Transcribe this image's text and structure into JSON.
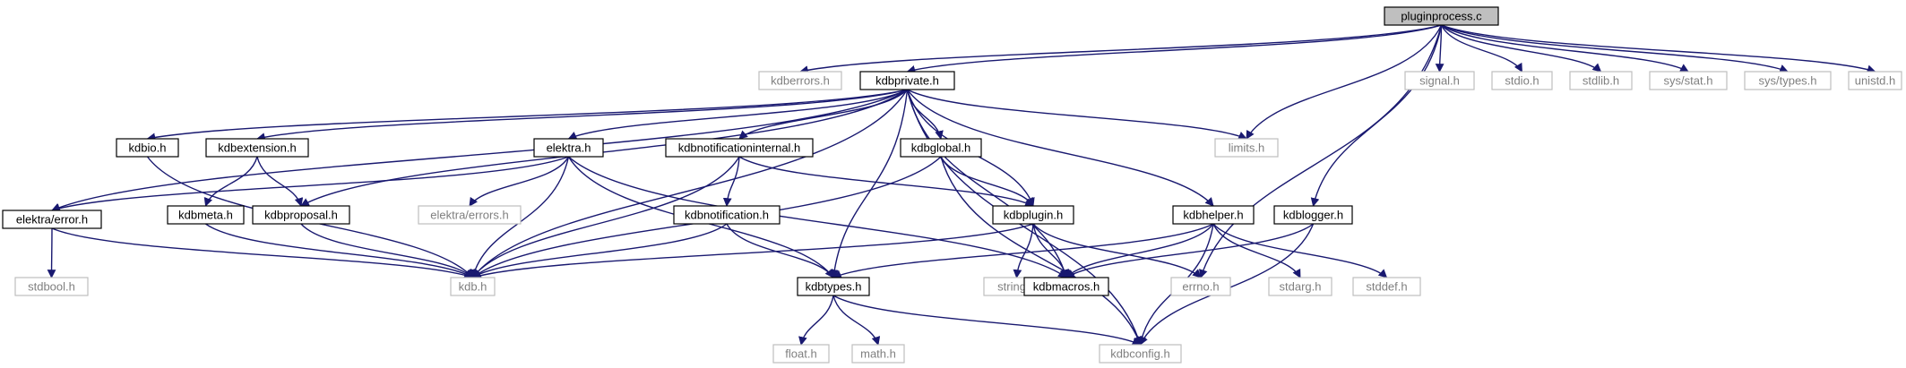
{
  "graph": {
    "root": "pluginprocess.c",
    "colors": {
      "edge": "#191970",
      "root_fill": "#bfbfbf",
      "root_border": "#000000",
      "documented_border": "#000000",
      "undocumented_border": "#bfbfbf",
      "documented_text": "#000000",
      "undocumented_text": "#7f7f7f"
    },
    "nodes": [
      {
        "id": "pluginprocess_c",
        "label": "pluginprocess.c",
        "style": "root"
      },
      {
        "id": "kdberrors_h",
        "label": "kdberrors.h",
        "style": "external"
      },
      {
        "id": "kdbprivate_h",
        "label": "kdbprivate.h",
        "style": "documented"
      },
      {
        "id": "signal_h",
        "label": "signal.h",
        "style": "external"
      },
      {
        "id": "stdio_h",
        "label": "stdio.h",
        "style": "external"
      },
      {
        "id": "stdlib_h",
        "label": "stdlib.h",
        "style": "external"
      },
      {
        "id": "sys_stat_h",
        "label": "sys/stat.h",
        "style": "external"
      },
      {
        "id": "sys_types_h",
        "label": "sys/types.h",
        "style": "external"
      },
      {
        "id": "unistd_h",
        "label": "unistd.h",
        "style": "external"
      },
      {
        "id": "kdbio_h",
        "label": "kdbio.h",
        "style": "documented"
      },
      {
        "id": "kdbextension_h",
        "label": "kdbextension.h",
        "style": "documented"
      },
      {
        "id": "elektra_h",
        "label": "elektra.h",
        "style": "documented"
      },
      {
        "id": "kdbnotificationinternal_h",
        "label": "kdbnotificationinternal.h",
        "style": "documented"
      },
      {
        "id": "kdbglobal_h",
        "label": "kdbglobal.h",
        "style": "documented"
      },
      {
        "id": "limits_h",
        "label": "limits.h",
        "style": "external"
      },
      {
        "id": "elektra_error_h",
        "label": "elektra/error.h",
        "style": "documented"
      },
      {
        "id": "kdbmeta_h",
        "label": "kdbmeta.h",
        "style": "documented"
      },
      {
        "id": "kdbproposal_h",
        "label": "kdbproposal.h",
        "style": "documented"
      },
      {
        "id": "elektra_errors_h",
        "label": "elektra/errors.h",
        "style": "external"
      },
      {
        "id": "kdbnotification_h",
        "label": "kdbnotification.h",
        "style": "documented"
      },
      {
        "id": "kdbplugin_h",
        "label": "kdbplugin.h",
        "style": "documented"
      },
      {
        "id": "kdbhelper_h",
        "label": "kdbhelper.h",
        "style": "documented"
      },
      {
        "id": "kdblogger_h",
        "label": "kdblogger.h",
        "style": "documented"
      },
      {
        "id": "stdbool_h",
        "label": "stdbool.h",
        "style": "external"
      },
      {
        "id": "kdb_h",
        "label": "kdb.h",
        "style": "external"
      },
      {
        "id": "kdbtypes_h",
        "label": "kdbtypes.h",
        "style": "documented"
      },
      {
        "id": "string_h",
        "label": "string.h",
        "style": "external"
      },
      {
        "id": "kdbmacros_h",
        "label": "kdbmacros.h",
        "style": "documented"
      },
      {
        "id": "errno_h",
        "label": "errno.h",
        "style": "external"
      },
      {
        "id": "stdarg_h",
        "label": "stdarg.h",
        "style": "external"
      },
      {
        "id": "stddef_h",
        "label": "stddef.h",
        "style": "external"
      },
      {
        "id": "float_h",
        "label": "float.h",
        "style": "external"
      },
      {
        "id": "math_h",
        "label": "math.h",
        "style": "external"
      },
      {
        "id": "kdbconfig_h",
        "label": "kdbconfig.h",
        "style": "external"
      }
    ],
    "edges": [
      [
        "pluginprocess_c",
        "kdberrors_h"
      ],
      [
        "pluginprocess_c",
        "kdbprivate_h"
      ],
      [
        "pluginprocess_c",
        "signal_h"
      ],
      [
        "pluginprocess_c",
        "stdio_h"
      ],
      [
        "pluginprocess_c",
        "stdlib_h"
      ],
      [
        "pluginprocess_c",
        "sys_stat_h"
      ],
      [
        "pluginprocess_c",
        "sys_types_h"
      ],
      [
        "pluginprocess_c",
        "unistd_h"
      ],
      [
        "pluginprocess_c",
        "limits_h"
      ],
      [
        "pluginprocess_c",
        "kdblogger_h"
      ],
      [
        "pluginprocess_c",
        "errno_h"
      ],
      [
        "kdbprivate_h",
        "kdbio_h"
      ],
      [
        "kdbprivate_h",
        "kdbextension_h"
      ],
      [
        "kdbprivate_h",
        "elektra_h"
      ],
      [
        "kdbprivate_h",
        "kdbnotificationinternal_h"
      ],
      [
        "kdbprivate_h",
        "kdbglobal_h"
      ],
      [
        "kdbprivate_h",
        "limits_h"
      ],
      [
        "kdbprivate_h",
        "elektra_error_h"
      ],
      [
        "kdbprivate_h",
        "kdbproposal_h"
      ],
      [
        "kdbprivate_h",
        "kdb_h"
      ],
      [
        "kdbprivate_h",
        "kdbtypes_h"
      ],
      [
        "kdbprivate_h",
        "kdbplugin_h"
      ],
      [
        "kdbprivate_h",
        "kdbmacros_h"
      ],
      [
        "kdbprivate_h",
        "kdbconfig_h"
      ],
      [
        "kdbprivate_h",
        "kdbhelper_h"
      ],
      [
        "kdbio_h",
        "kdb_h"
      ],
      [
        "kdbextension_h",
        "kdbmeta_h"
      ],
      [
        "kdbextension_h",
        "kdbproposal_h"
      ],
      [
        "elektra_h",
        "elektra_error_h"
      ],
      [
        "elektra_h",
        "elektra_errors_h"
      ],
      [
        "elektra_h",
        "kdb_h"
      ],
      [
        "elektra_h",
        "kdbtypes_h"
      ],
      [
        "elektra_h",
        "kdbmacros_h"
      ],
      [
        "kdbnotificationinternal_h",
        "kdbnotification_h"
      ],
      [
        "kdbnotificationinternal_h",
        "kdbplugin_h"
      ],
      [
        "kdbnotificationinternal_h",
        "kdb_h"
      ],
      [
        "kdbglobal_h",
        "kdbplugin_h"
      ],
      [
        "kdbglobal_h",
        "kdb_h"
      ],
      [
        "kdbglobal_h",
        "kdbconfig_h"
      ],
      [
        "elektra_error_h",
        "stdbool_h"
      ],
      [
        "elektra_error_h",
        "kdb_h"
      ],
      [
        "kdbmeta_h",
        "kdb_h"
      ],
      [
        "kdbproposal_h",
        "kdb_h"
      ],
      [
        "kdbnotification_h",
        "kdb_h"
      ],
      [
        "kdbnotification_h",
        "kdbtypes_h"
      ],
      [
        "kdbplugin_h",
        "kdb_h"
      ],
      [
        "kdbplugin_h",
        "string_h"
      ],
      [
        "kdbplugin_h",
        "kdbmacros_h"
      ],
      [
        "kdbplugin_h",
        "errno_h"
      ],
      [
        "kdbhelper_h",
        "kdbtypes_h"
      ],
      [
        "kdbhelper_h",
        "kdbmacros_h"
      ],
      [
        "kdbhelper_h",
        "stdarg_h"
      ],
      [
        "kdbhelper_h",
        "stddef_h"
      ],
      [
        "kdbhelper_h",
        "kdbconfig_h"
      ],
      [
        "kdblogger_h",
        "kdbmacros_h"
      ],
      [
        "kdblogger_h",
        "kdbconfig_h"
      ],
      [
        "kdbtypes_h",
        "float_h"
      ],
      [
        "kdbtypes_h",
        "math_h"
      ],
      [
        "kdbtypes_h",
        "kdbconfig_h"
      ]
    ]
  }
}
